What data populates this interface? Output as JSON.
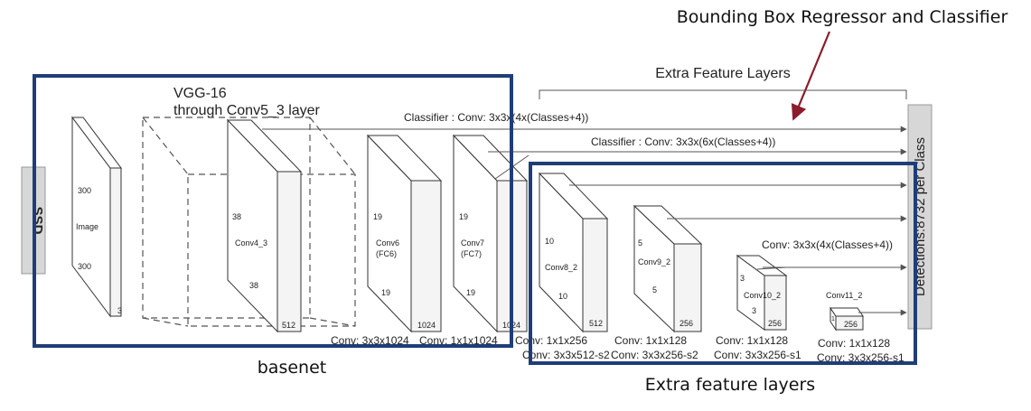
{
  "annotations": {
    "top_right": "Bounding Box Regressor and Classifier",
    "basenet": "basenet",
    "extra_layers": "Extra feature layers"
  },
  "header": {
    "extra_feature_layers": "Extra Feature Layers",
    "vgg_line1": "VGG-16",
    "vgg_line2": "through Conv5_3 layer"
  },
  "side_labels": {
    "left": "SSD",
    "right": "Detections:8732  per Class"
  },
  "classifiers": {
    "c1": "Classifier : Conv: 3x3x(4x(Classes+4))",
    "c2": "Classifier : Conv: 3x3x(6x(Classes+4))",
    "c3": "Conv: 3x3x(4x(Classes+4))"
  },
  "blocks": {
    "image": {
      "h": "300",
      "name": "Image",
      "w": "300",
      "d": "3"
    },
    "conv4_3": {
      "h": "38",
      "name": "Conv4_3",
      "w": "38",
      "d": "512"
    },
    "conv6": {
      "h": "19",
      "name": "Conv6",
      "sub": "(FC6)",
      "w": "19",
      "d": "1024"
    },
    "conv7": {
      "h": "19",
      "name": "Conv7",
      "sub": "(FC7)",
      "w": "19",
      "d": "1024"
    },
    "conv8_2": {
      "h": "10",
      "name": "Conv8_2",
      "w": "10",
      "d": "512"
    },
    "conv9_2": {
      "h": "5",
      "name": "Conv9_2",
      "w": "5",
      "d": "256"
    },
    "conv10_2": {
      "h": "3",
      "name": "Conv10_2",
      "w": "3",
      "d": "256"
    },
    "conv11_2": {
      "h": "1",
      "name": "Conv11_2",
      "d": "256"
    }
  },
  "bottom_labels": {
    "b1": "Conv: 3x3x1024",
    "b2": "Conv: 1x1x1024",
    "b3a": "Conv: 1x1x256",
    "b3b": "Conv: 3x3x512-s2",
    "b4a": "Conv: 1x1x128",
    "b4b": "Conv: 3x3x256-s2",
    "b5a": "Conv: 1x1x128",
    "b5b": "Conv: 3x3x256-s1",
    "b6a": "Conv: 1x1x128",
    "b6b": "Conv: 3x3x256-s1"
  },
  "colors": {
    "frame": "#1f3d78",
    "arrow": "#8b1c2c",
    "side_bar": "#d7d7d7"
  }
}
